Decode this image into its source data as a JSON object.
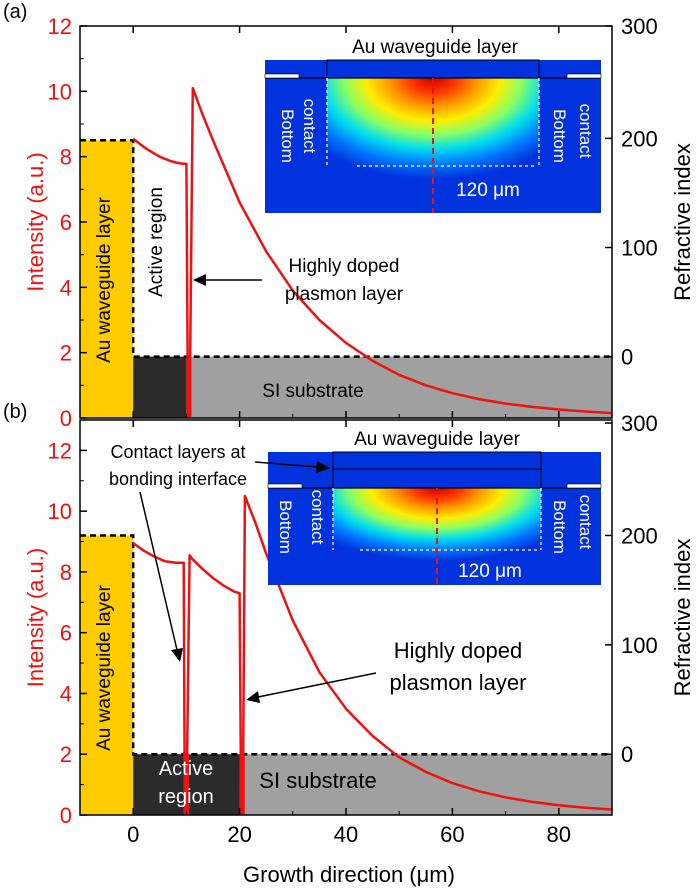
{
  "chart_data": [
    {
      "panel_label": "(a)",
      "type": "line",
      "xlabel": "",
      "ylabel": "Intensity (a.u.)",
      "y2label": "Refractive index",
      "xlim": [
        -10,
        90
      ],
      "ylim": [
        0,
        12
      ],
      "xticks": [
        0,
        20,
        40,
        60,
        80
      ],
      "yticks": [
        "0",
        "2",
        "4",
        "6",
        "8",
        "10",
        "12"
      ],
      "y2ticks": [
        "300",
        "200",
        "100",
        "0"
      ],
      "y2_tick_values": [
        12,
        8.56,
        5.22,
        1.88
      ],
      "colors": {
        "intensity": "#ee1111",
        "au": "#ffcc00",
        "active": "#2b2b2b",
        "substrate": "#a0a0a0",
        "index": "#000000"
      },
      "regions": [
        {
          "name": "Au waveguide layer",
          "x": [
            -10,
            0
          ],
          "top": 8.5,
          "color": "#ffcc00"
        },
        {
          "name": "Active region",
          "x": [
            0,
            10
          ],
          "top": 1.88,
          "color": "#2b2b2b"
        },
        {
          "name": "Highly doped plasmon layer",
          "x": [
            10,
            11
          ],
          "top": 1.88,
          "color": "#ee1111"
        },
        {
          "name": "SI substrate",
          "x": [
            11,
            90
          ],
          "top": 1.88,
          "color": "#a0a0a0"
        }
      ],
      "refractive_index_curve": {
        "x": [
          -10,
          0,
          0,
          90
        ],
        "y": [
          8.5,
          8.5,
          1.88,
          1.88
        ]
      },
      "series": [
        {
          "name": "Intensity",
          "x": [
            0,
            1,
            2,
            3,
            4,
            5,
            6,
            7,
            8,
            9,
            10,
            10.3,
            10.6,
            11.2,
            13,
            15,
            20,
            25,
            30,
            35,
            40,
            45,
            50,
            55,
            60,
            65,
            70,
            75,
            80,
            85,
            90
          ],
          "y": [
            8.55,
            8.42,
            8.3,
            8.19,
            8.09,
            8.0,
            7.93,
            7.87,
            7.82,
            7.79,
            7.78,
            0.05,
            0.05,
            10.1,
            9.3,
            8.5,
            6.6,
            5.1,
            3.9,
            3.0,
            2.3,
            1.75,
            1.32,
            1.0,
            0.76,
            0.58,
            0.44,
            0.34,
            0.26,
            0.2,
            0.15
          ]
        }
      ],
      "annotations": {
        "au_layer": "Au waveguide layer",
        "active": "Active region",
        "plasmon_line1": "Highly doped",
        "plasmon_line2": "plasmon layer",
        "substrate": "SI substrate"
      },
      "inset": {
        "title": "Au waveguide layer",
        "left_label_1": "Bottom",
        "left_label_2": "contact",
        "right_label_1": "Bottom",
        "right_label_2": "contact",
        "scale_label": "120 μm"
      }
    },
    {
      "panel_label": "(b)",
      "type": "line",
      "xlabel": "Growth direction (μm)",
      "ylabel": "Intensity (a.u.)",
      "y2label": "Refractive index",
      "xlim": [
        -10,
        90
      ],
      "ylim": [
        0,
        13
      ],
      "xticks": [
        0,
        20,
        40,
        60,
        80
      ],
      "yticks": [
        "0",
        "2",
        "4",
        "6",
        "8",
        "10",
        "12"
      ],
      "y2ticks": [
        "300",
        "200",
        "100",
        "0"
      ],
      "y2_tick_values": [
        12.9,
        9.2,
        5.6,
        2.0
      ],
      "colors": {
        "intensity": "#ee1111",
        "au": "#ffcc00",
        "active": "#2b2b2b",
        "substrate": "#a0a0a0",
        "index": "#000000"
      },
      "regions": [
        {
          "name": "Au waveguide layer",
          "x": [
            -10,
            0
          ],
          "top": 9.2,
          "color": "#ffcc00"
        },
        {
          "name": "Active region",
          "x": [
            0,
            20
          ],
          "top": 2.0,
          "color": "#2b2b2b"
        },
        {
          "name": "Contact layers at bonding interface",
          "x": [
            9.5,
            10.5
          ],
          "top": 2.0,
          "color": "#ee1111"
        },
        {
          "name": "Highly doped plasmon layer",
          "x": [
            20,
            21
          ],
          "top": 2.0,
          "color": "#ee1111"
        },
        {
          "name": "SI substrate",
          "x": [
            21,
            90
          ],
          "top": 2.0,
          "color": "#a0a0a0"
        }
      ],
      "refractive_index_curve": {
        "x": [
          -10,
          0,
          0,
          90
        ],
        "y": [
          9.2,
          9.2,
          2.0,
          2.0
        ]
      },
      "series": [
        {
          "name": "Intensity",
          "x": [
            0,
            2,
            4,
            6,
            8,
            9.5,
            9.7,
            10.0,
            10.6,
            11,
            13,
            15,
            17,
            19,
            20,
            20.3,
            20.6,
            21,
            23,
            25,
            30,
            35,
            40,
            45,
            50,
            55,
            60,
            65,
            70,
            75,
            80,
            85,
            90
          ],
          "y": [
            8.95,
            8.7,
            8.5,
            8.35,
            8.3,
            8.3,
            0.05,
            0.05,
            8.55,
            8.45,
            8.1,
            7.8,
            7.55,
            7.35,
            7.3,
            0.05,
            0.05,
            10.5,
            9.6,
            8.6,
            6.4,
            4.7,
            3.5,
            2.6,
            1.9,
            1.42,
            1.05,
            0.78,
            0.58,
            0.43,
            0.32,
            0.24,
            0.18
          ]
        }
      ],
      "annotations": {
        "au_layer": "Au waveguide layer",
        "active_line1": "Active",
        "active_line2": "region",
        "contact_line1": "Contact layers at",
        "contact_line2": "bonding interface",
        "plasmon_line1": "Highly doped",
        "plasmon_line2": "plasmon layer",
        "substrate": "SI substrate"
      },
      "inset": {
        "title": "Au waveguide layer",
        "left_label_1": "Bottom",
        "left_label_2": "contact",
        "right_label_1": "Bottom",
        "right_label_2": "contact",
        "scale_label": "120 μm"
      }
    }
  ]
}
